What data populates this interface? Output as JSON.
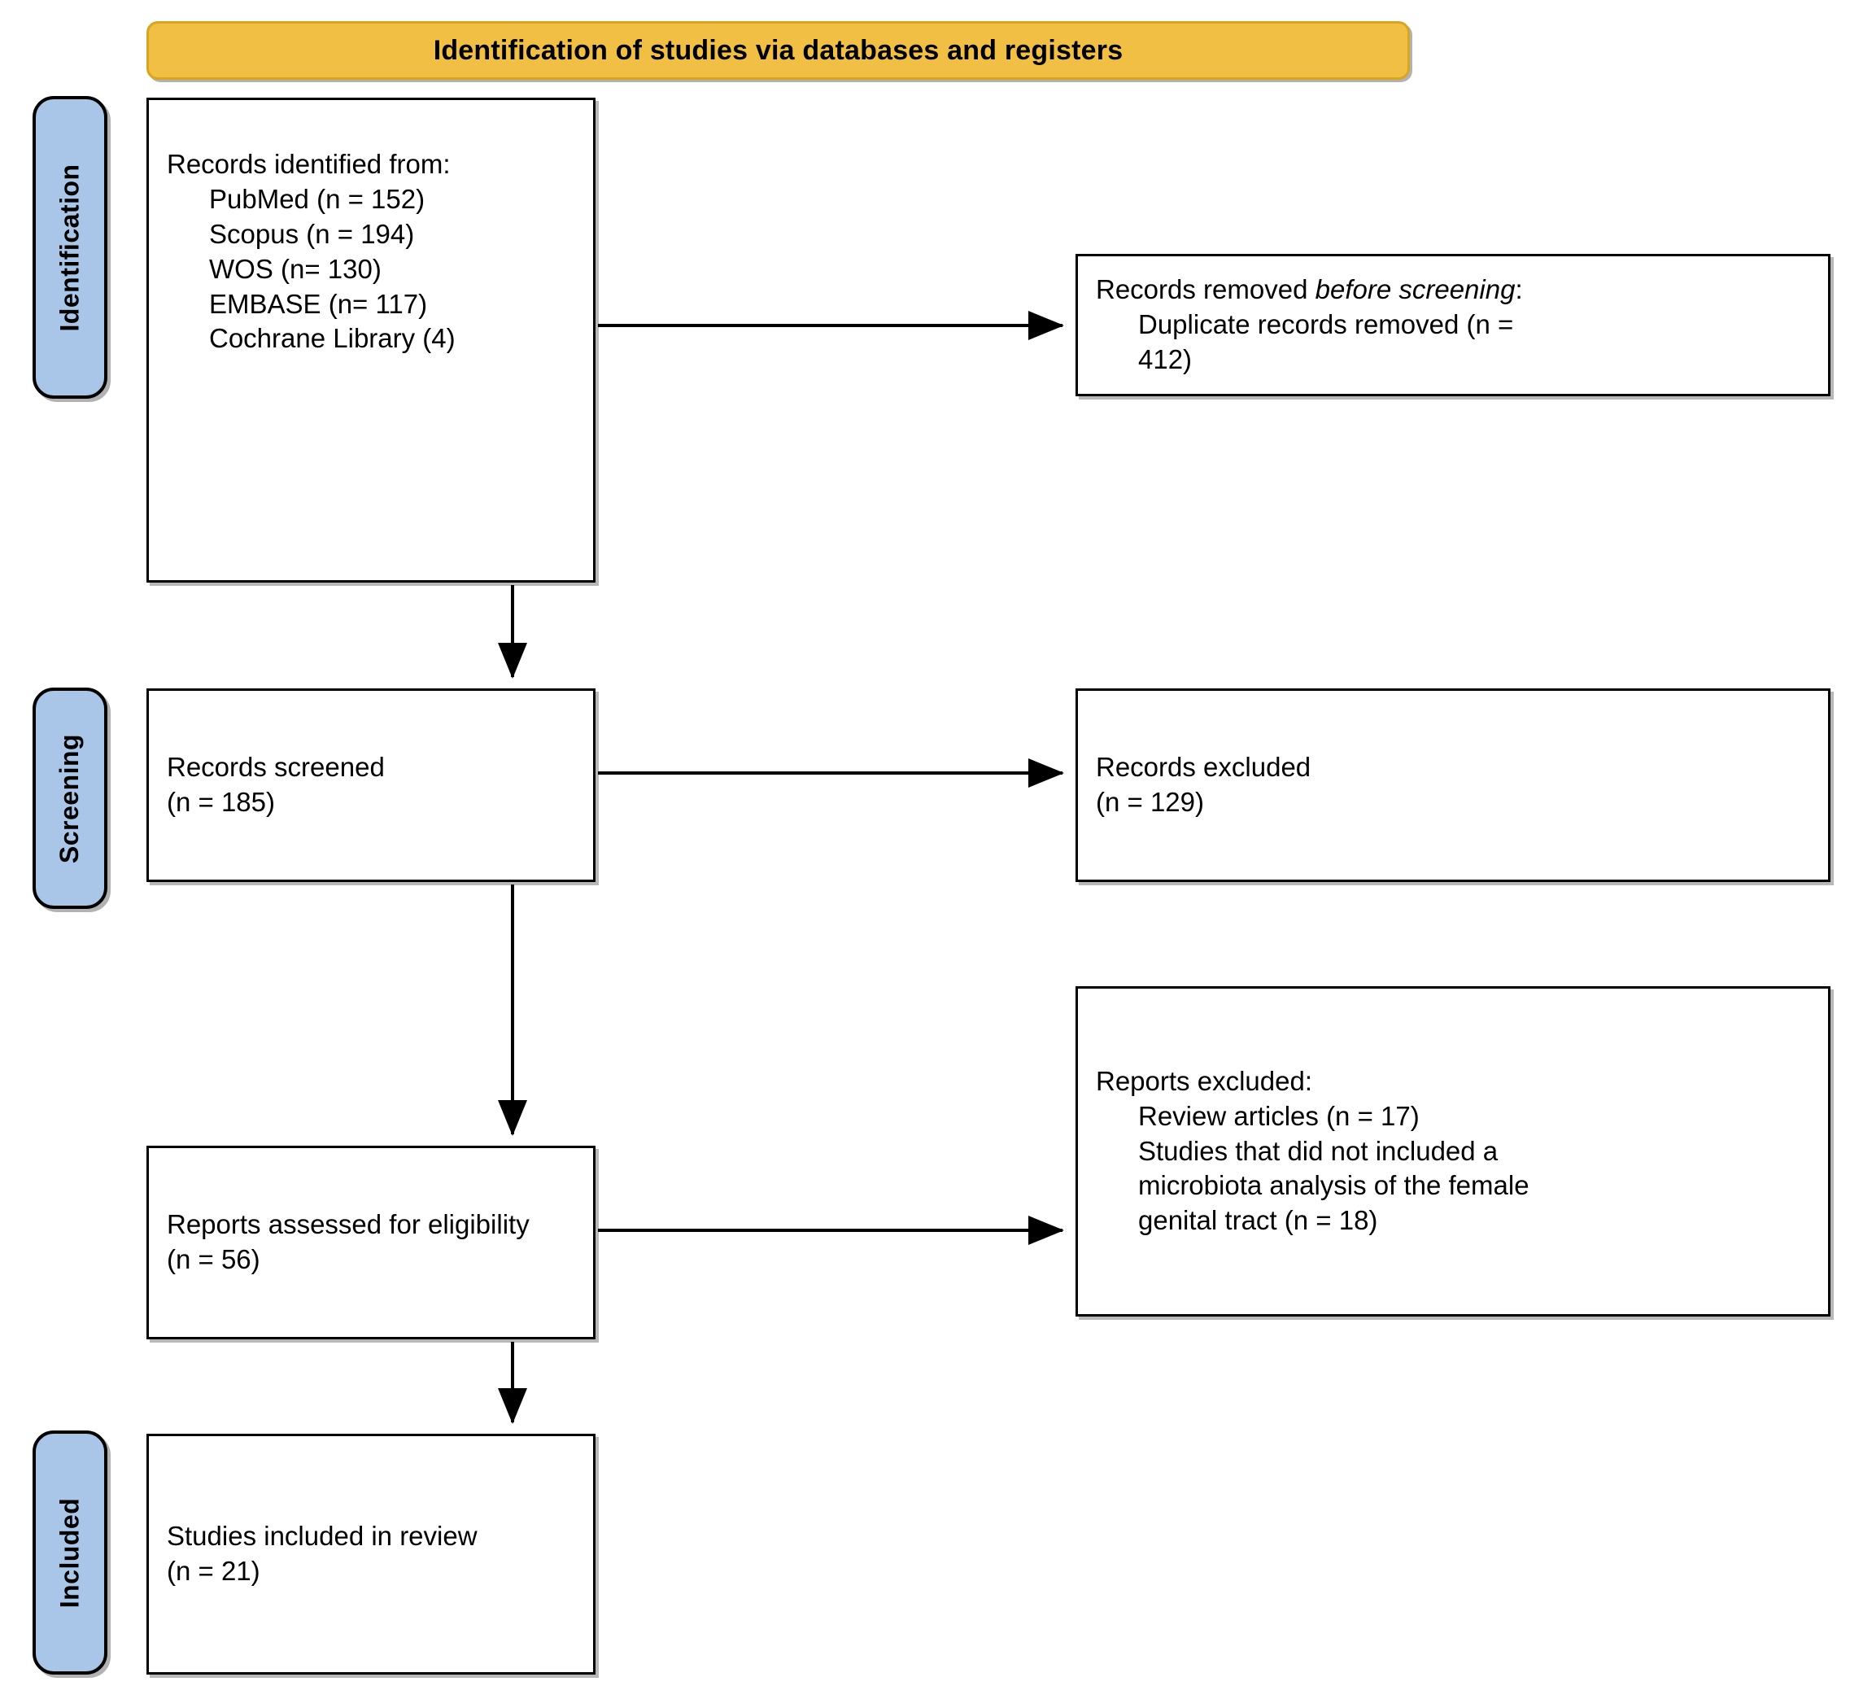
{
  "header": {
    "title": "Identification of studies via databases and registers",
    "bg_color": "#F0BF44"
  },
  "phases": {
    "bg_color": "#A9C6E8",
    "identification": "Identification",
    "screening": "Screening",
    "included": "Included"
  },
  "boxes": {
    "identified": {
      "line1": "Records identified from:",
      "line2": "PubMed (n = 152)",
      "line3": "Scopus (n = 194)",
      "line4": "WOS (n= 130)",
      "line5": "EMBASE (n= 117)",
      "line6": "Cochrane Library (4)"
    },
    "removed": {
      "line1_a": "Records removed ",
      "line1_b": "before screening",
      "line1_c": ":",
      "line2": "Duplicate records removed (n =",
      "line3": "412)"
    },
    "screened": {
      "line1": "Records screened",
      "line2": "(n = 185)"
    },
    "records_excluded": {
      "line1": "Records excluded",
      "line2": "(n = 129)"
    },
    "eligibility": {
      "line1": "Reports assessed for eligibility",
      "line2": "(n = 56)"
    },
    "reports_excluded": {
      "line1": "Reports excluded:",
      "line2": "Review articles (n = 17)",
      "line3": "Studies that did not included a",
      "line4": "microbiota analysis of the female",
      "line5": "genital tract (n = 18)"
    },
    "included": {
      "line1": "Studies included in review",
      "line2": "(n = 21)"
    }
  },
  "chart_data": {
    "type": "diagram",
    "title": "Identification of studies via databases and registers",
    "nodes": [
      {
        "id": "identified",
        "phase": "Identification",
        "label": "Records identified from",
        "sources": [
          {
            "name": "PubMed",
            "n": 152
          },
          {
            "name": "Scopus",
            "n": 194
          },
          {
            "name": "WOS",
            "n": 130
          },
          {
            "name": "EMBASE",
            "n": 117
          },
          {
            "name": "Cochrane Library",
            "n": 4
          }
        ]
      },
      {
        "id": "removed",
        "phase": "Identification",
        "label": "Records removed before screening: Duplicate records removed",
        "n": 412
      },
      {
        "id": "screened",
        "phase": "Screening",
        "label": "Records screened",
        "n": 185
      },
      {
        "id": "records_excluded",
        "phase": "Screening",
        "label": "Records excluded",
        "n": 129
      },
      {
        "id": "eligibility",
        "phase": "Screening",
        "label": "Reports assessed for eligibility",
        "n": 56
      },
      {
        "id": "reports_excluded",
        "phase": "Screening",
        "label": "Reports excluded",
        "reasons": [
          {
            "name": "Review articles",
            "n": 17
          },
          {
            "name": "Studies that did not included a microbiota analysis of the female genital tract",
            "n": 18
          }
        ]
      },
      {
        "id": "included",
        "phase": "Included",
        "label": "Studies included in review",
        "n": 21
      }
    ],
    "edges": [
      {
        "from": "identified",
        "to": "removed"
      },
      {
        "from": "identified",
        "to": "screened"
      },
      {
        "from": "screened",
        "to": "records_excluded"
      },
      {
        "from": "screened",
        "to": "eligibility"
      },
      {
        "from": "eligibility",
        "to": "reports_excluded"
      },
      {
        "from": "eligibility",
        "to": "included"
      }
    ]
  }
}
